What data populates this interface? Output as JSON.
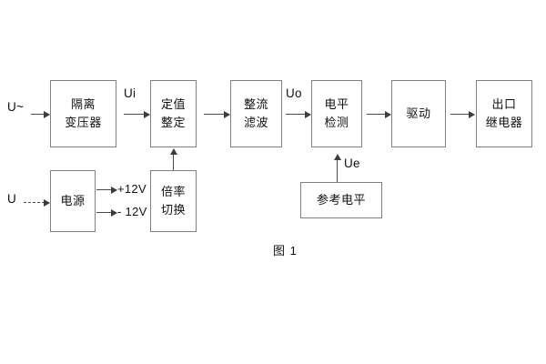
{
  "figure": {
    "caption": "图 1",
    "background_color": "#ffffff",
    "border_color": "#808080",
    "line_color": "#4a4a4a"
  },
  "signal_chain": {
    "input_label": "U~",
    "blocks": [
      {
        "id": "isolation-transformer",
        "line1": "隔离",
        "line2": "变压器"
      },
      {
        "id": "setting-value",
        "line1": "定值",
        "line2": "整定"
      },
      {
        "id": "rectifier-filter",
        "line1": "整流",
        "line2": "滤波"
      },
      {
        "id": "level-detection",
        "line1": "电平",
        "line2": "检测"
      },
      {
        "id": "drive",
        "line1": "驱动",
        "line2": ""
      },
      {
        "id": "output-relay",
        "line1": "出口",
        "line2": "继电器"
      }
    ],
    "signals": [
      {
        "id": "ui",
        "label": "Ui"
      },
      {
        "id": "uo",
        "label": "Uo"
      },
      {
        "id": "ue",
        "label": "Ue"
      }
    ]
  },
  "power_chain": {
    "input_label": "U",
    "blocks": [
      {
        "id": "power-supply",
        "line1": "电源",
        "line2": ""
      },
      {
        "id": "multiplier-switch",
        "line1": "倍率",
        "line2": "切换"
      }
    ],
    "rails": [
      {
        "id": "rail-positive",
        "label": "+12V"
      },
      {
        "id": "rail-negative",
        "label": "- 12V"
      }
    ]
  },
  "reference": {
    "block": {
      "id": "reference-level",
      "line1": "参考电平",
      "line2": ""
    }
  }
}
